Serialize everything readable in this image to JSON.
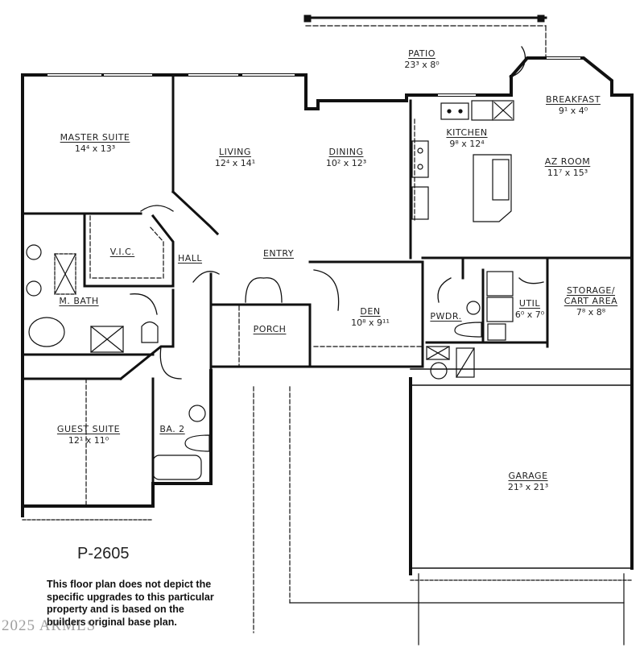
{
  "plan": {
    "id": "P-2605",
    "disclaimer": "This floor plan does not depict the specific upgrades to this particular property and is based on the builders original base plan.",
    "watermark": "2025 ARMLS"
  },
  "rooms": [
    {
      "name": "PATIO",
      "dim": "23³ x 8⁰"
    },
    {
      "name": "BREAKFAST",
      "dim": "9¹ x 4⁰"
    },
    {
      "name": "KITCHEN",
      "dim": "9⁸ x 12⁴"
    },
    {
      "name": "AZ ROOM",
      "dim": "11⁷ x 15³"
    },
    {
      "name": "MASTER SUITE",
      "dim": "14⁴ x 13³"
    },
    {
      "name": "LIVING",
      "dim": "12⁴ x 14¹"
    },
    {
      "name": "DINING",
      "dim": "10² x 12³"
    },
    {
      "name": "V.I.C.",
      "dim": ""
    },
    {
      "name": "HALL",
      "dim": ""
    },
    {
      "name": "ENTRY",
      "dim": ""
    },
    {
      "name": "M. BATH",
      "dim": ""
    },
    {
      "name": "PORCH",
      "dim": ""
    },
    {
      "name": "DEN",
      "dim": "10⁸ x 9¹¹"
    },
    {
      "name": "PWDR.",
      "dim": ""
    },
    {
      "name": "UTIL",
      "dim": "6⁰ x 7⁰"
    },
    {
      "name": "STORAGE/ CART AREA",
      "dim": "7⁸ x 8⁸"
    },
    {
      "name": "GUEST SUITE",
      "dim": "12¹ x 11⁰"
    },
    {
      "name": "BA. 2",
      "dim": ""
    },
    {
      "name": "GARAGE",
      "dim": "21³ x 21³"
    }
  ]
}
